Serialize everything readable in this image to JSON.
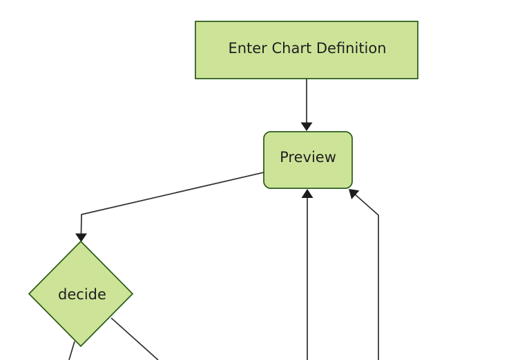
{
  "diagram": {
    "type": "flowchart",
    "orientation": "top-down",
    "colors": {
      "background": "#ffffff",
      "node_fill": "#cde498",
      "node_border": "#2a5c17",
      "edge": "#333333",
      "arrow": "#1c1c1c",
      "label": "#1f1f1f"
    },
    "nodes": [
      {
        "id": "enter-chart-definition",
        "label": "Enter Chart Definition",
        "shape": "rectangle"
      },
      {
        "id": "preview",
        "label": "Preview",
        "shape": "rounded-rectangle"
      },
      {
        "id": "decide",
        "label": "decide",
        "shape": "diamond"
      }
    ],
    "edges": [
      {
        "from": "enter-chart-definition",
        "to": "preview",
        "arrowhead": true
      },
      {
        "from": "preview",
        "to": "decide",
        "arrowhead": true
      },
      {
        "from": "offscreen-bottom-center",
        "to": "preview",
        "arrowhead": true
      },
      {
        "from": "offscreen-bottom-right",
        "to": "preview",
        "arrowhead": true
      },
      {
        "from": "decide",
        "to": "offscreen-bottom-left",
        "arrowhead": false
      },
      {
        "from": "decide",
        "to": "offscreen-bottom-right",
        "arrowhead": false
      }
    ]
  }
}
